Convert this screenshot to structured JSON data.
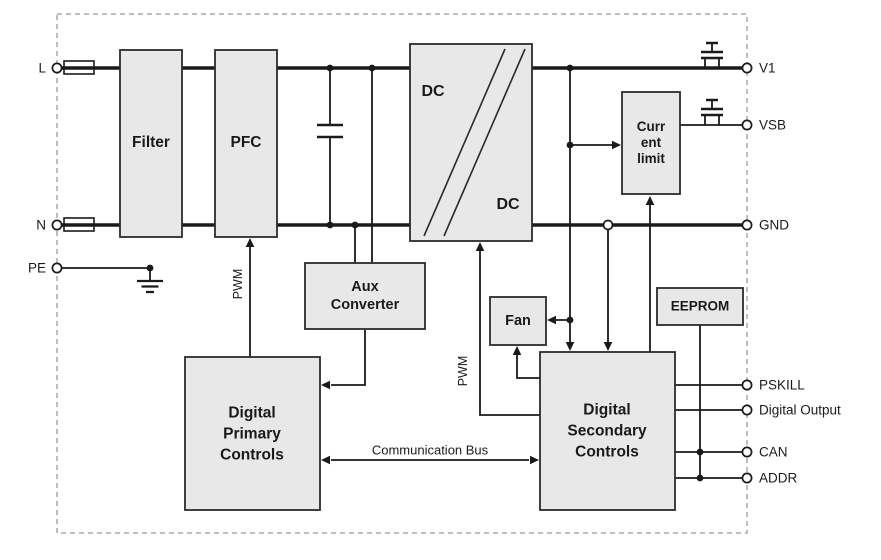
{
  "diagram": {
    "blocks": {
      "filter": {
        "label": "Filter"
      },
      "pfc": {
        "label": "PFC"
      },
      "dc_dc": {
        "label_input": "DC",
        "label_output": "DC"
      },
      "aux_converter": {
        "label": "Aux\nConverter"
      },
      "current_limit": {
        "label": "Curr\nent\nlimit"
      },
      "fan": {
        "label": "Fan"
      },
      "eeprom": {
        "label": "EEPROM"
      },
      "digital_primary": {
        "label": "Digital\nPrimary\nControls"
      },
      "digital_secondary": {
        "label": "Digital\nSecondary\nControls"
      }
    },
    "terminals": {
      "left": [
        {
          "label": "L"
        },
        {
          "label": "N"
        },
        {
          "label": "PE"
        }
      ],
      "right": [
        {
          "label": "V1"
        },
        {
          "label": "VSB"
        },
        {
          "label": "GND"
        },
        {
          "label": "PSKILL"
        },
        {
          "label": "Digital Output"
        },
        {
          "label": "CAN"
        },
        {
          "label": "ADDR"
        }
      ]
    },
    "wire_labels": {
      "pwm_primary": "PWM",
      "pwm_secondary": "PWM",
      "communication_bus": "Communication Bus"
    },
    "colors": {
      "background": "#ffffff",
      "block_fill": "#e8e8e8",
      "block_border": "#2b2b2b",
      "wire": "#1a1a1a",
      "enclosure_dash": "#9a9a9a"
    }
  }
}
